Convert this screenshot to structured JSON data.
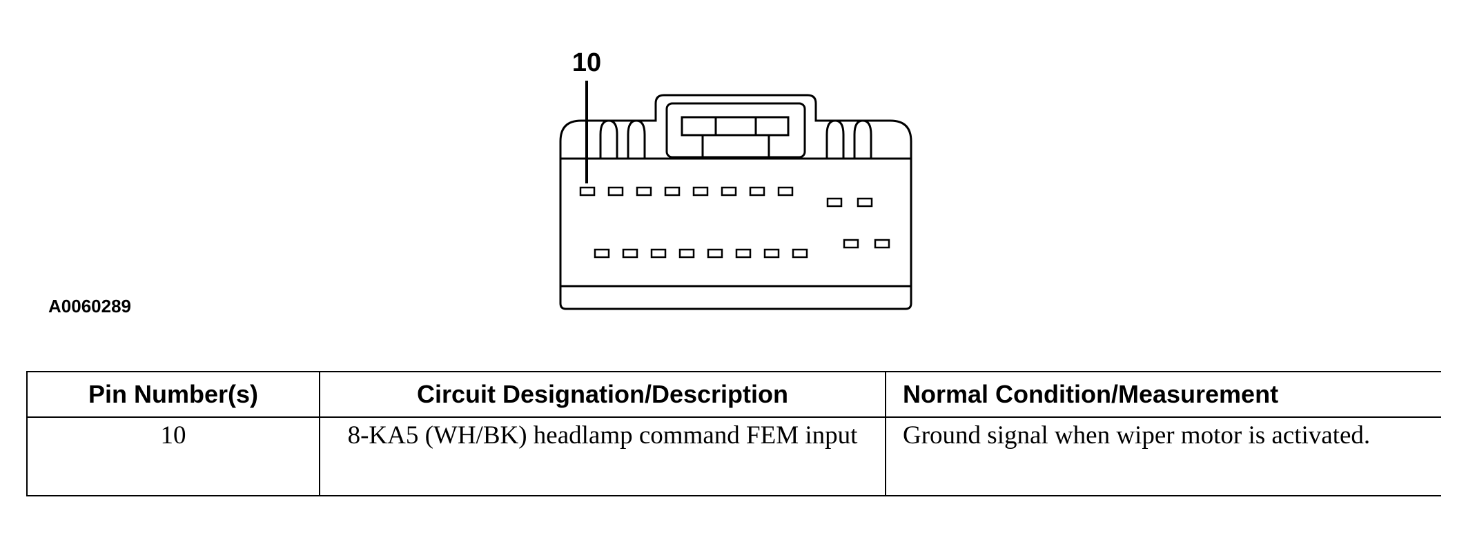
{
  "callout": {
    "label": "10"
  },
  "figure_id": "A0060289",
  "connector": {
    "top_row_pins": 8,
    "bottom_row_pins": 8,
    "side_top_pins": 2,
    "side_bottom_pins": 2
  },
  "table": {
    "headers": {
      "pin": "Pin Number(s)",
      "circuit": "Circuit Designation/Description",
      "condition": "Normal Condition/Measurement"
    },
    "rows": [
      {
        "pin": "10",
        "circuit": "8-KA5 (WH/BK) headlamp command FEM input",
        "condition": "Ground signal when wiper motor is activated."
      }
    ]
  }
}
